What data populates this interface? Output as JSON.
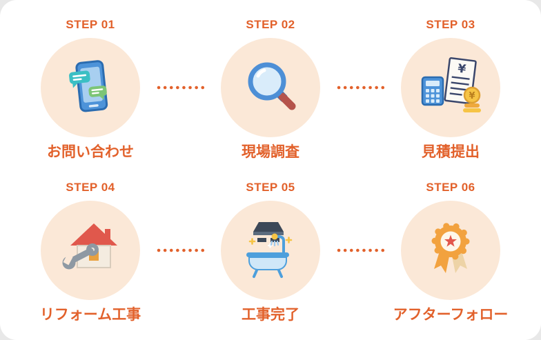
{
  "colors": {
    "accent_orange": "#E2612B",
    "circle_bg": "#FBE8D7",
    "card_bg": "#FFFFFF"
  },
  "steps": [
    {
      "step_label": "STEP 01",
      "title": "お問い合わせ",
      "icon": "phone-chat-icon"
    },
    {
      "step_label": "STEP 02",
      "title": "現場調査",
      "icon": "magnifier-icon"
    },
    {
      "step_label": "STEP 03",
      "title": "見積提出",
      "icon": "calculator-invoice-icon"
    },
    {
      "step_label": "STEP 04",
      "title": "リフォーム工事",
      "icon": "house-wrench-icon"
    },
    {
      "step_label": "STEP 05",
      "title": "工事完了",
      "icon": "bathtub-icon"
    },
    {
      "step_label": "STEP 06",
      "title": "アフターフォロー",
      "icon": "medal-icon"
    }
  ]
}
